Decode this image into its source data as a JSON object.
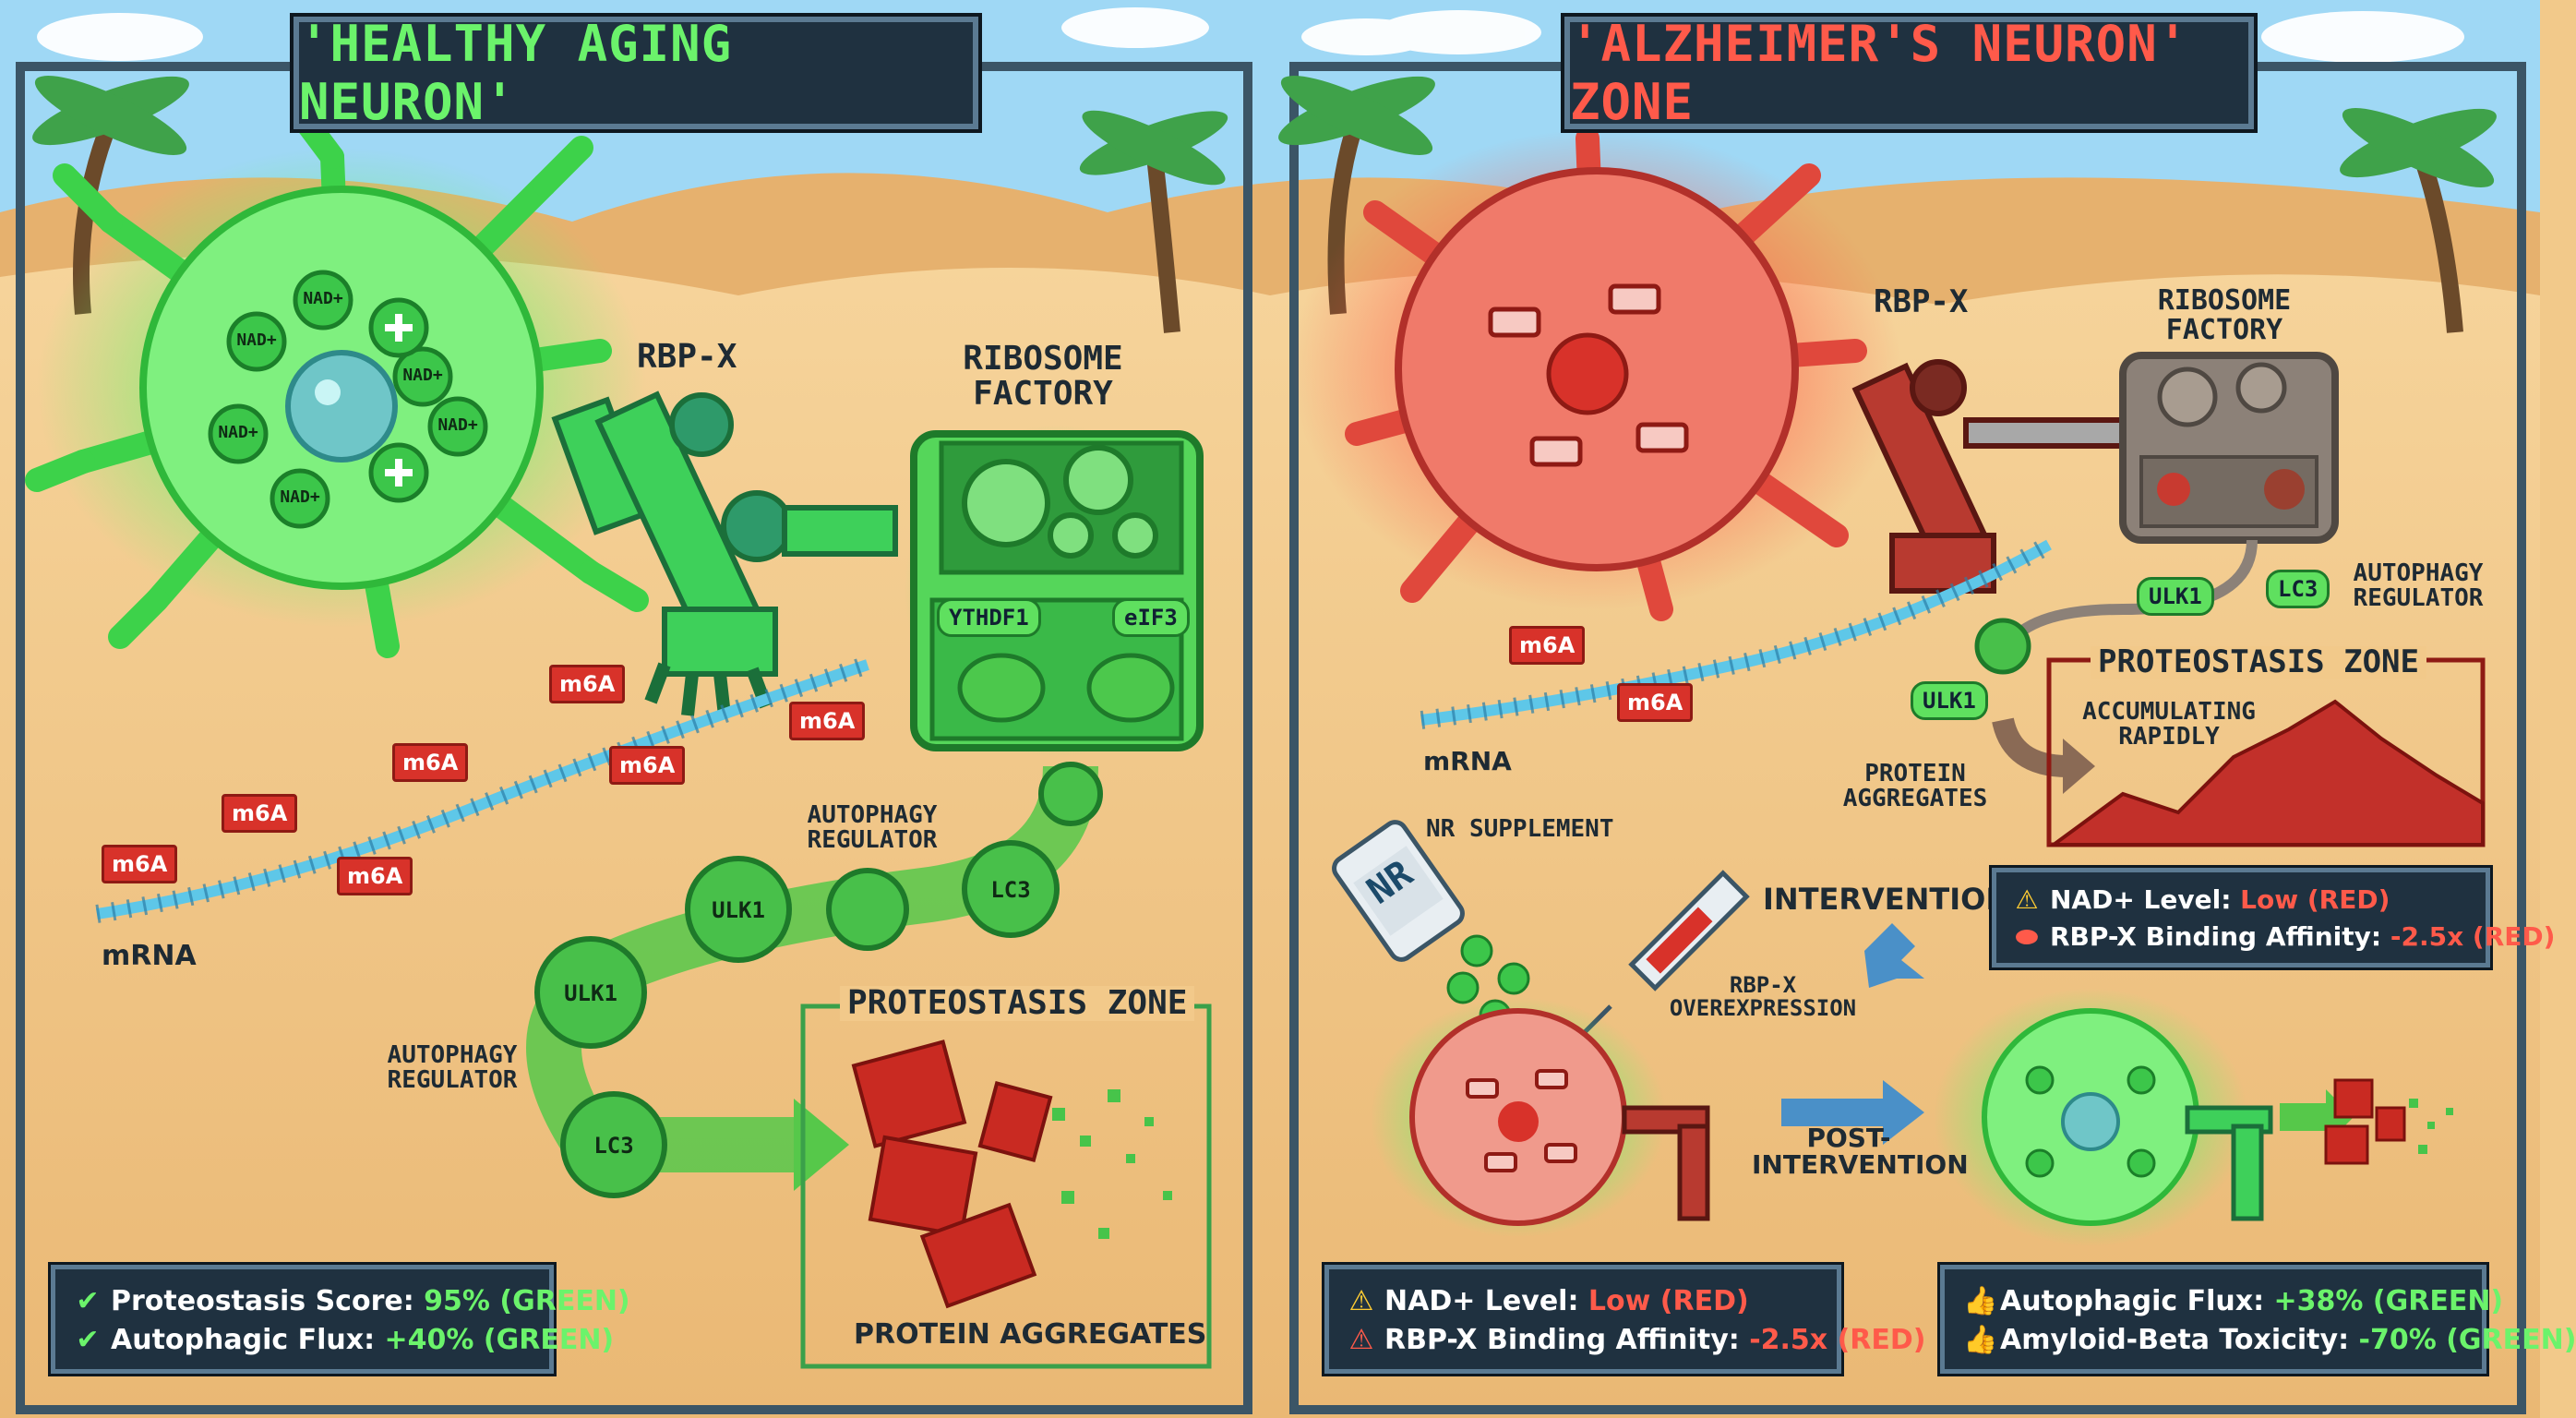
{
  "left_panel": {
    "title": "'HEALTHY AGING NEURON'",
    "rbp_label": "RBP-X",
    "ribosome_label": "RIBOSOME FACTORY",
    "ribosome_parts": [
      "YTHDF1",
      "eIF3"
    ],
    "nad_tokens": [
      "NAD+",
      "NAD+",
      "NAD+",
      "NAD+",
      "NAD+",
      "NAD+"
    ],
    "m6a_tags": [
      "m6A",
      "m6A",
      "m6A",
      "m6A",
      "m6A",
      "m6A",
      "m6A"
    ],
    "mrna_label": "mRNA",
    "autophagy_label_top": "AUTOPHAGY REGULATOR",
    "autophagy_label_left": "AUTOPHAGY REGULATOR",
    "gears": [
      "ULK1",
      "LC3",
      "ULK1",
      "LC3"
    ],
    "proteostasis_title": "PROTEOSTASIS ZONE",
    "aggregates_label": "PROTEIN AGGREGATES",
    "status": [
      {
        "icon": "check-icon",
        "label": "Proteostasis Score: ",
        "value": "95% (GREEN)"
      },
      {
        "icon": "check-icon",
        "label": "Autophagic Flux: ",
        "value": "+40% (GREEN)"
      }
    ]
  },
  "right_panel": {
    "title": "'ALZHEIMER'S NEURON' ZONE",
    "rbp_label": "RBP-X",
    "ribosome_label": "RIBOSOME FACTORY",
    "m6a_tags": [
      "m6A",
      "m6A"
    ],
    "mrna_label": "mRNA",
    "pills": [
      "ULK1",
      "LC3",
      "ULK1"
    ],
    "autophagy_label": "AUTOPHAGY REGULATOR",
    "proteostasis_title": "PROTEOSTASIS ZONE",
    "accumulating_label": "ACCUMULATING RAPIDLY",
    "aggregates_label": "PROTEIN AGGREGATES",
    "nr_bottle_label": "NR",
    "nr_supplement_label": "NR SUPPLEMENT",
    "intervention_label": "INTERVENTION",
    "overexpression_label": "RBP-X OVEREXPRESSION",
    "post_label": "POST-INTERVENTION",
    "status_mid": [
      {
        "icon": "warning-icon",
        "label": "NAD+ Level: ",
        "value": "Low (RED)"
      },
      {
        "icon": "pill-icon",
        "label": "RBP-X Binding Affinity: ",
        "value": "-2.5x (RED)"
      }
    ],
    "status_bottom_left": [
      {
        "icon": "warning-icon",
        "label": "NAD+ Level: ",
        "value": "Low (RED)"
      },
      {
        "icon": "warning-icon",
        "label": "RBP-X Binding Affinity: ",
        "value": "-2.5x (RED)"
      }
    ],
    "status_bottom_right": [
      {
        "icon": "thumbs-up-icon",
        "label": "Autophagic Flux: ",
        "value": "+38% (GREEN)"
      },
      {
        "icon": "thumbs-up-icon",
        "label": "Amyloid-Beta Toxicity: ",
        "value": "-70% (GREEN)"
      }
    ]
  },
  "colors": {
    "sky": "#9fd8f5",
    "sand": "#f2c98a",
    "healthy_green": "#4be04b",
    "disease_red": "#e0483c",
    "panel_frame": "#3b5566",
    "status_bg": "#1f3140"
  }
}
